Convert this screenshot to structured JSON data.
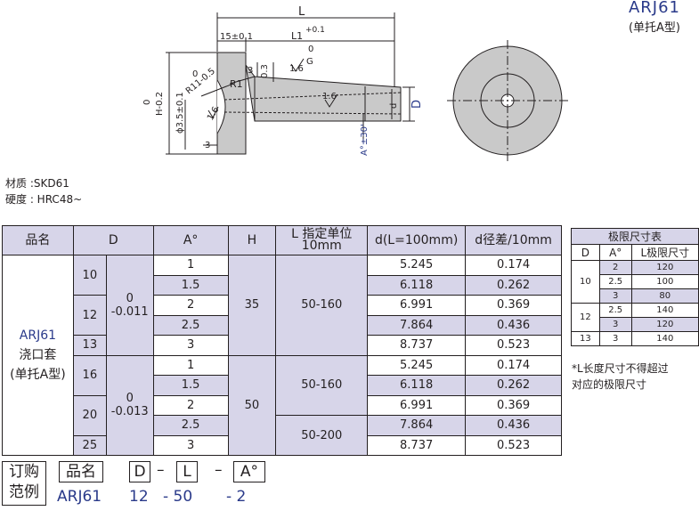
{
  "product": {
    "code": "ARJ61",
    "type": "(单托A型)"
  },
  "material": {
    "label": "材质",
    "value": "SKD61",
    "text": "材质 :SKD61"
  },
  "hardness": {
    "text": "硬度 : HRC48~"
  },
  "drawing": {
    "L": "L",
    "tol_l": "+0.1",
    "L1": "L1",
    "len15": "15±0.1",
    "zero_a": "0",
    "R11": "R11-0.5",
    "R1": "R1",
    "t3a": "3",
    "t03": "0.3",
    "zero_g": "0",
    "rough16a": "1.6",
    "G": "G",
    "rough16b": "1.6",
    "rough16c": "1.6",
    "H": "H-0.2",
    "zeroH": "0",
    "phi35": "ϕ3.5±0.1",
    "t3b": "3",
    "Aang": "A°±30'",
    "d": "d",
    "D": "D"
  },
  "table": {
    "headers": [
      "品名",
      "D",
      "A°",
      "H",
      "L 指定单位 10mm",
      "d(L=100mm)",
      "d径差/10mm"
    ],
    "name": [
      "ARJ61",
      "浇口套",
      "(单托A型)"
    ],
    "groups": [
      {
        "D": [
          "10",
          "12",
          "13"
        ],
        "tol": [
          "0",
          "-0.011"
        ],
        "H": "35",
        "L": [
          "50-160"
        ],
        "rows": [
          [
            "1",
            "5.245",
            "0.174"
          ],
          [
            "1.5",
            "6.118",
            "0.262"
          ],
          [
            "2",
            "6.991",
            "0.369"
          ],
          [
            "2.5",
            "7.864",
            "0.436"
          ],
          [
            "3",
            "8.737",
            "0.523"
          ]
        ]
      },
      {
        "D": [
          "16",
          "20",
          "25"
        ],
        "tol": [
          "0",
          "-0.013"
        ],
        "H": "50",
        "L": [
          "50-160",
          "50-200"
        ],
        "rows": [
          [
            "1",
            "5.245",
            "0.174"
          ],
          [
            "1.5",
            "6.118",
            "0.262"
          ],
          [
            "2",
            "6.991",
            "0.369"
          ],
          [
            "2.5",
            "7.864",
            "0.436"
          ],
          [
            "3",
            "8.737",
            "0.523"
          ]
        ]
      }
    ]
  },
  "limits": {
    "title": "极限尺寸表",
    "headers": [
      "D",
      "A°",
      "L极限尺寸"
    ],
    "rows": [
      [
        "10",
        "2",
        "120"
      ],
      [
        "",
        "2.5",
        "100"
      ],
      [
        "",
        "3",
        "80"
      ],
      [
        "12",
        "2.5",
        "140"
      ],
      [
        "",
        "3",
        "120"
      ],
      [
        "13",
        "3",
        "140"
      ]
    ]
  },
  "note": [
    "*L长度尺寸不得超过",
    "对应的极限尺寸"
  ],
  "order": {
    "label1": "订购",
    "label2": "范例",
    "fields": [
      "品名",
      "D",
      "L",
      "A°"
    ],
    "dash": "–",
    "example": [
      "ARJ61",
      "12",
      "- 50",
      "- 2"
    ]
  }
}
